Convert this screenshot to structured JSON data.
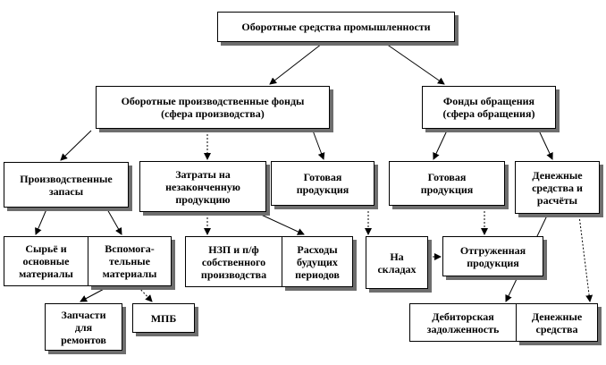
{
  "nodes": {
    "root": "Оборотные средства промышленности",
    "production_funds": "Оборотные производственные фонды\n(сфера производства)",
    "circulation_funds": "Фонды обращения\n(сфера обращения)",
    "inventories": "Производственные\nзапасы",
    "wip_costs": "Затраты на\nнезаконченную\nпродукцию",
    "finished_goods_production": "Готовая\nпродукция",
    "finished_goods_circulation": "Готовая\nпродукция",
    "cash_and_settlements": "Денежные\nсредства и\nрасчёты",
    "raw_materials": "Сырьё и\nосновные\nматериалы",
    "auxiliary_materials": "Вспомога-\nтельные\nматериалы",
    "wip_own": "НЗП и п/ф\nсобственного\nпроизводства",
    "deferred_expenses": "Расходы\nбудущих\nпериодов",
    "in_warehouses": "На\nскладах",
    "shipped_goods": "Отгруженная\nпродукция",
    "spare_parts": "Запчасти\nдля\nремонтов",
    "mpb": "МПБ",
    "receivables": "Дебиторская\nзадолженность",
    "cash": "Денежные\nсредства"
  },
  "colors": {
    "border": "#000000",
    "shadow": "#6e6e6e",
    "line": "#000000"
  }
}
